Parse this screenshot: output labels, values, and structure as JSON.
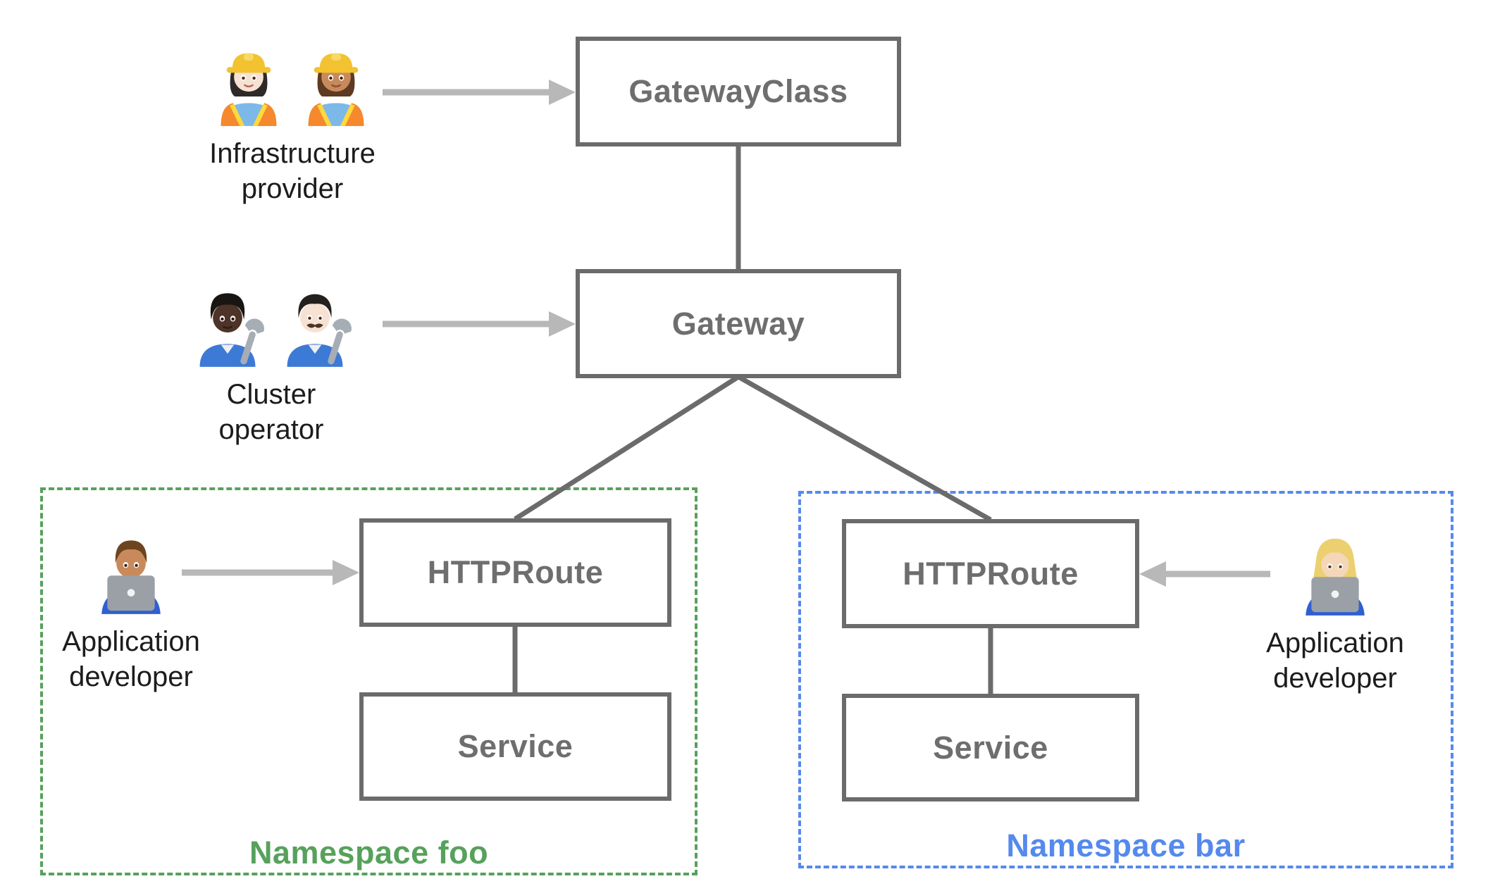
{
  "nodes": {
    "gatewayclass": {
      "label": "GatewayClass"
    },
    "gateway": {
      "label": "Gateway"
    },
    "httproute_foo": {
      "label": "HTTPRoute"
    },
    "service_foo": {
      "label": "Service"
    },
    "httproute_bar": {
      "label": "HTTPRoute"
    },
    "service_bar": {
      "label": "Service"
    }
  },
  "namespaces": {
    "foo": {
      "label": "Namespace foo",
      "color": "#57a15c"
    },
    "bar": {
      "label": "Namespace bar",
      "color": "#5589ee"
    }
  },
  "personas": {
    "infrastructure_provider": {
      "label": "Infrastructure\nprovider",
      "emoji": "👷🏻‍♀️ 👷🏽‍♀️",
      "icons": [
        "woman-construction-worker-light-skin-icon",
        "woman-construction-worker-medium-skin-icon"
      ]
    },
    "cluster_operator": {
      "label": "Cluster\noperator",
      "emoji": "🧑🏿‍🔧 👨🏻‍🔧",
      "icons": [
        "mechanic-dark-skin-icon",
        "man-mechanic-light-skin-icon"
      ]
    },
    "application_developer_foo": {
      "label": "Application\ndeveloper",
      "emoji": "👨🏽‍💻",
      "icons": [
        "man-technologist-medium-skin-icon"
      ]
    },
    "application_developer_bar": {
      "label": "Application\ndeveloper",
      "emoji": "👩🏼‍💻",
      "icons": [
        "woman-technologist-medium-light-skin-icon"
      ]
    }
  },
  "edges": [
    {
      "from": "GatewayClass",
      "to": "Gateway"
    },
    {
      "from": "Gateway",
      "to": "HTTPRoute (namespace foo)"
    },
    {
      "from": "Gateway",
      "to": "HTTPRoute (namespace bar)"
    },
    {
      "from": "HTTPRoute (namespace foo)",
      "to": "Service (namespace foo)"
    },
    {
      "from": "HTTPRoute (namespace bar)",
      "to": "Service (namespace bar)"
    }
  ],
  "arrows": [
    {
      "from": "Infrastructure provider",
      "to": "GatewayClass"
    },
    {
      "from": "Cluster operator",
      "to": "Gateway"
    },
    {
      "from": "Application developer (foo)",
      "to": "HTTPRoute (namespace foo)"
    },
    {
      "from": "Application developer (bar)",
      "to": "HTTPRoute (namespace bar)"
    }
  ],
  "colors": {
    "background": "#ffffff",
    "node_border": "#6b6b6b",
    "node_label": "#6e6e6e",
    "connector": "#6b6b6b",
    "arrow": "#b8b8b8",
    "namespace_foo": "#57a15c",
    "namespace_bar": "#5589ee",
    "persona_label": "#1c1c1c"
  }
}
